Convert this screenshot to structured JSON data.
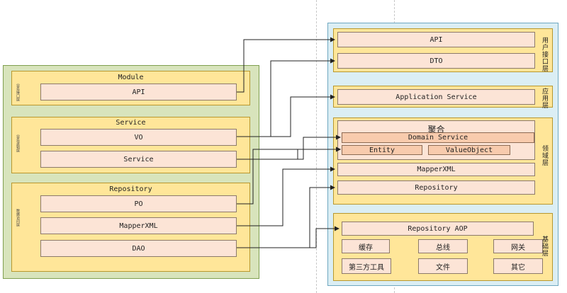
{
  "left": {
    "module": {
      "title": "Module",
      "side_label": "业务接口层",
      "items": [
        "API"
      ]
    },
    "service": {
      "title": "Service",
      "side_label": "业务逻辑层",
      "items": [
        "VO",
        "Service"
      ]
    },
    "repository": {
      "title": "Repository",
      "side_label": "数据访问层",
      "items": [
        "PO",
        "MapperXML",
        "DAO"
      ]
    }
  },
  "right": {
    "user_interface": {
      "side_label": "用户接口层",
      "items": [
        "API",
        "DTO"
      ]
    },
    "application": {
      "side_label": "应用层",
      "items": [
        "Application Service"
      ]
    },
    "domain": {
      "side_label": "领域层",
      "aggregate": {
        "title": "聚合",
        "service": "Domain Service",
        "entity": "Entity",
        "value_object": "ValueObject"
      },
      "items": [
        "MapperXML",
        "Repository"
      ]
    },
    "infrastructure": {
      "side_label": "基础层",
      "aop": "Repository AOP",
      "items": [
        "缓存",
        "总线",
        "网关",
        "第三方工具",
        "文件",
        "其它"
      ]
    }
  }
}
